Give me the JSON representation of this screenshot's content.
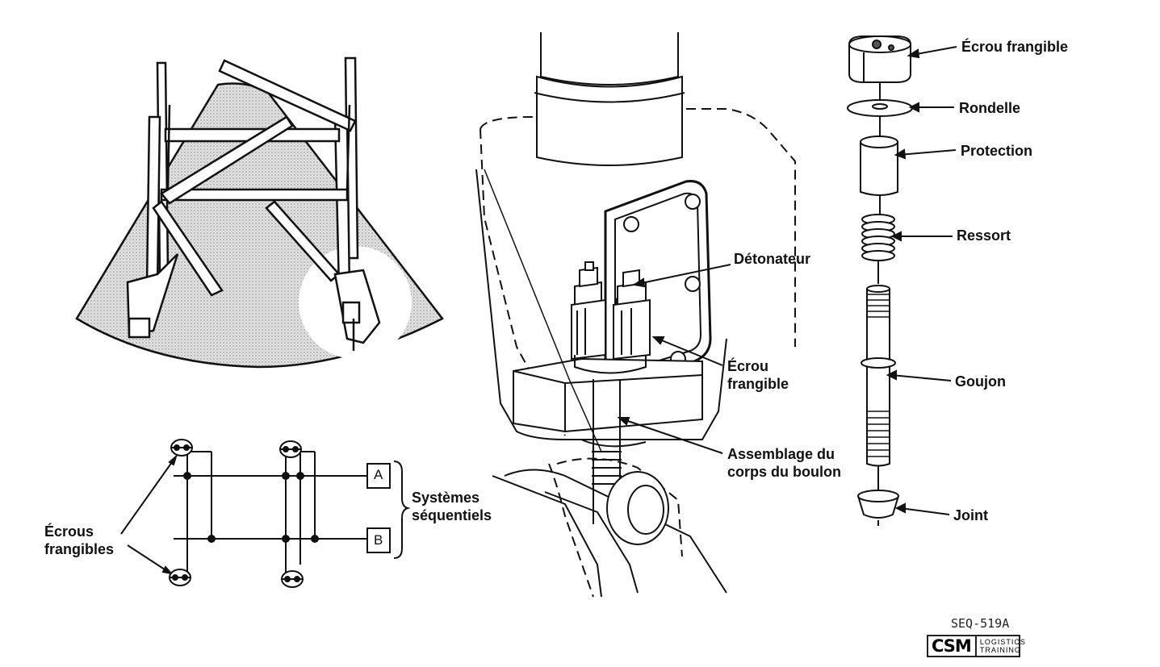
{
  "labels": {
    "ecrou_frangible_top": "Écrou frangible",
    "rondelle": "Rondelle",
    "protection": "Protection",
    "ressort": "Ressort",
    "goujon": "Goujon",
    "joint": "Joint",
    "detonateur": "Détonateur",
    "ecrou_frangible_mid_1": "Écrou",
    "ecrou_frangible_mid_2": "frangible",
    "assemblage_1": "Assemblage du",
    "assemblage_2": "corps du boulon",
    "systemes_1": "Systèmes",
    "systemes_2": "séquentiels",
    "ecrous_1": "Écrous",
    "ecrous_2": "frangibles",
    "box_a": "A",
    "box_b": "B"
  },
  "footer": {
    "reference": "SEQ-519A",
    "logo_main": "CSM",
    "logo_sub_1": "LOGISTICS",
    "logo_sub_2": "TRAINING"
  }
}
